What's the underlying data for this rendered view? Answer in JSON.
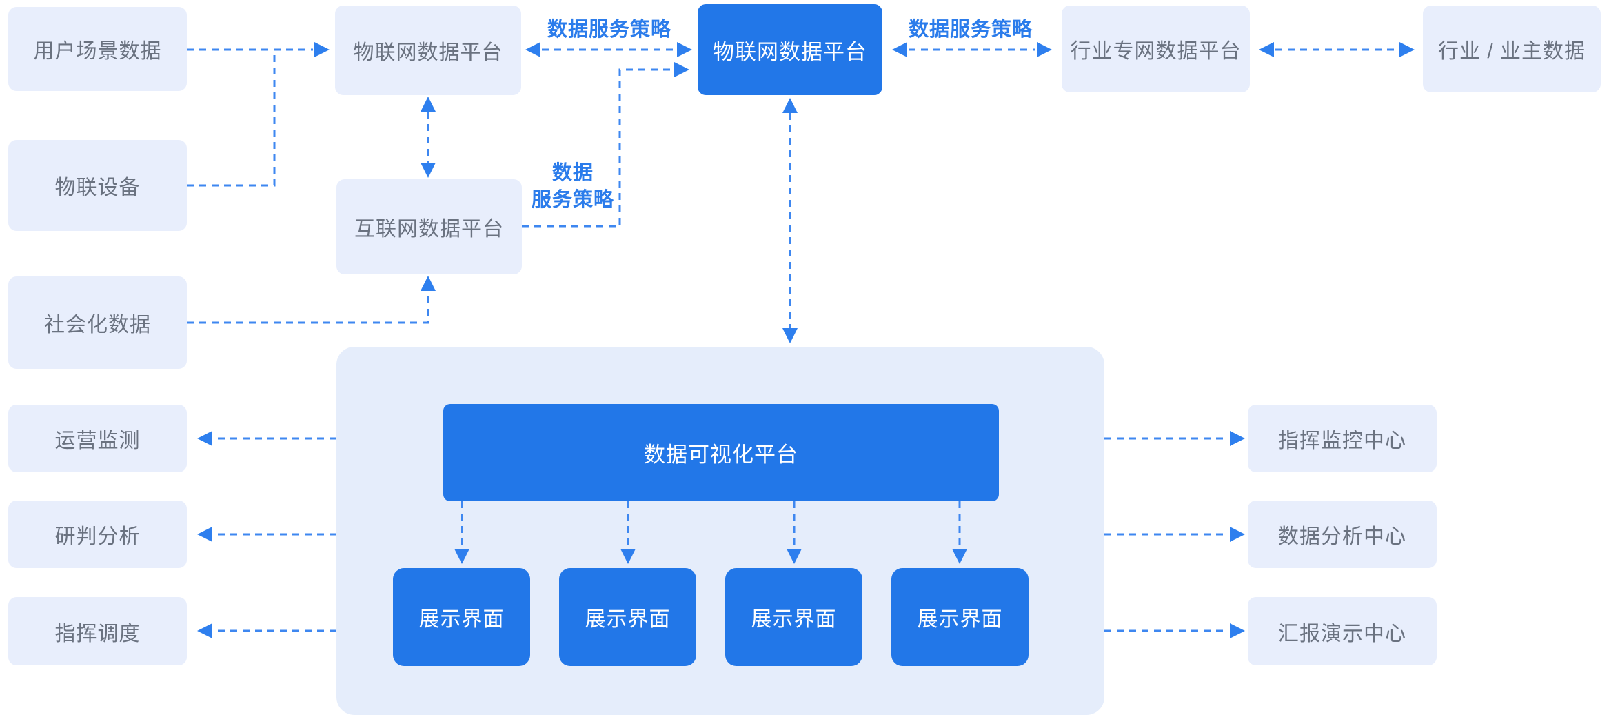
{
  "colors": {
    "node_blue": "#2277E8",
    "node_light": "#E8EEFC",
    "panel_bg": "#E5EDFB",
    "arrow_blue": "#3E87F0",
    "arrowhead_blue": "#2E7FEE",
    "label_blue": "#2B7CEB",
    "node_text_gray": "#6A7280",
    "node_text_white": "#FFFFFF"
  },
  "nodes": {
    "left": [
      "用户场景数据",
      "物联设备",
      "社会化数据",
      "运营监测",
      "研判分析",
      "指挥调度"
    ],
    "top": {
      "iot_platform": "物联网数据平台",
      "internet_platform": "互联网数据平台",
      "iot_platform_main": "物联网数据平台",
      "industry_private_platform": "行业专网数据平台",
      "industry_owner_data": "行业 / 业主数据"
    },
    "center": {
      "visualization_platform": "数据可视化平台",
      "display_interfaces": [
        "展示界面",
        "展示界面",
        "展示界面",
        "展示界面"
      ]
    },
    "right": [
      "指挥监控中心",
      "数据分析中心",
      "汇报演示中心"
    ]
  },
  "labels": {
    "service_policy_left": "数据服务策略",
    "service_policy_right": "数据服务策略",
    "service_policy_stacked": [
      "数据",
      "服务策略"
    ]
  }
}
